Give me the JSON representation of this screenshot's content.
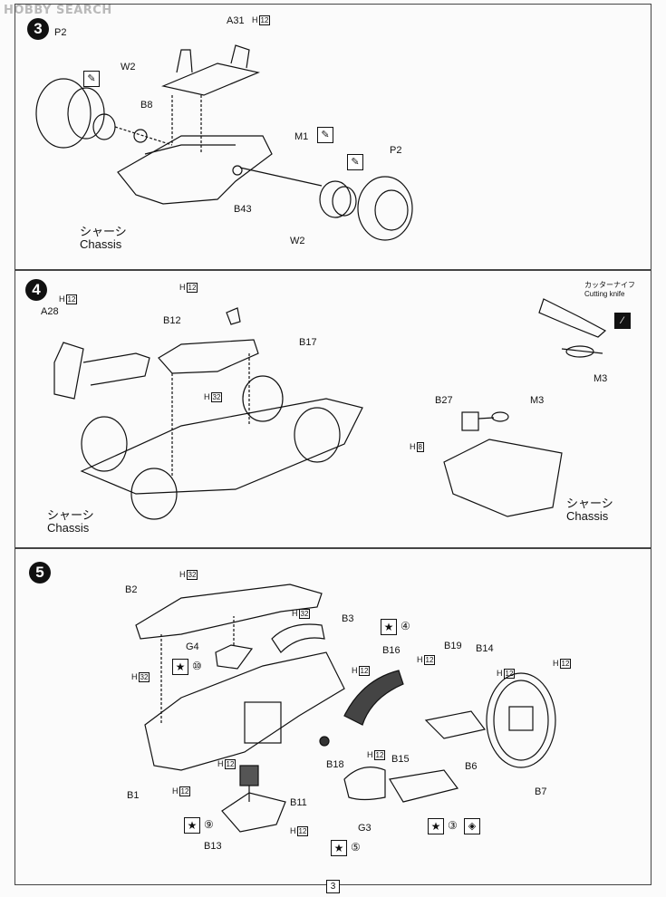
{
  "watermark": "HOBBY SEARCH",
  "page_number": "3",
  "step3": {
    "number": "3",
    "labels": {
      "p2_left": "P2",
      "w2_left": "W2",
      "b8": "B8",
      "a31": "A31",
      "m1": "M1",
      "b43": "B43",
      "p2_right": "P2",
      "w2_right": "W2"
    },
    "h_tag": "H",
    "h_val": "12",
    "chassis_jp": "シャーシ",
    "chassis_en": "Chassis"
  },
  "step4": {
    "number": "4",
    "labels": {
      "a28": "A28",
      "b12": "B12",
      "b17": "B17",
      "b27": "B27",
      "m3_top": "M3",
      "m3_bottom": "M3"
    },
    "h_tag": "H",
    "h12": "12",
    "h32": "32",
    "h8": "8",
    "cutting_jp": "カッターナイフ",
    "cutting_en": "Cutting knife",
    "chassis_jp": "シャーシ",
    "chassis_en": "Chassis"
  },
  "step5": {
    "number": "5",
    "labels": {
      "b2": "B2",
      "b3": "B3",
      "g4": "G4",
      "b16": "B16",
      "b19": "B19",
      "b14": "B14",
      "b1": "B1",
      "b18": "B18",
      "b15": "B15",
      "b6": "B6",
      "b7": "B7",
      "b11": "B11",
      "b13": "B13",
      "g3": "G3"
    },
    "h_tag": "H",
    "h12": "12",
    "h32": "32",
    "paint": {
      "c4": "④",
      "c10": "⑩",
      "c9": "⑨",
      "c5": "⑤",
      "c3": "③"
    },
    "star": "★"
  }
}
